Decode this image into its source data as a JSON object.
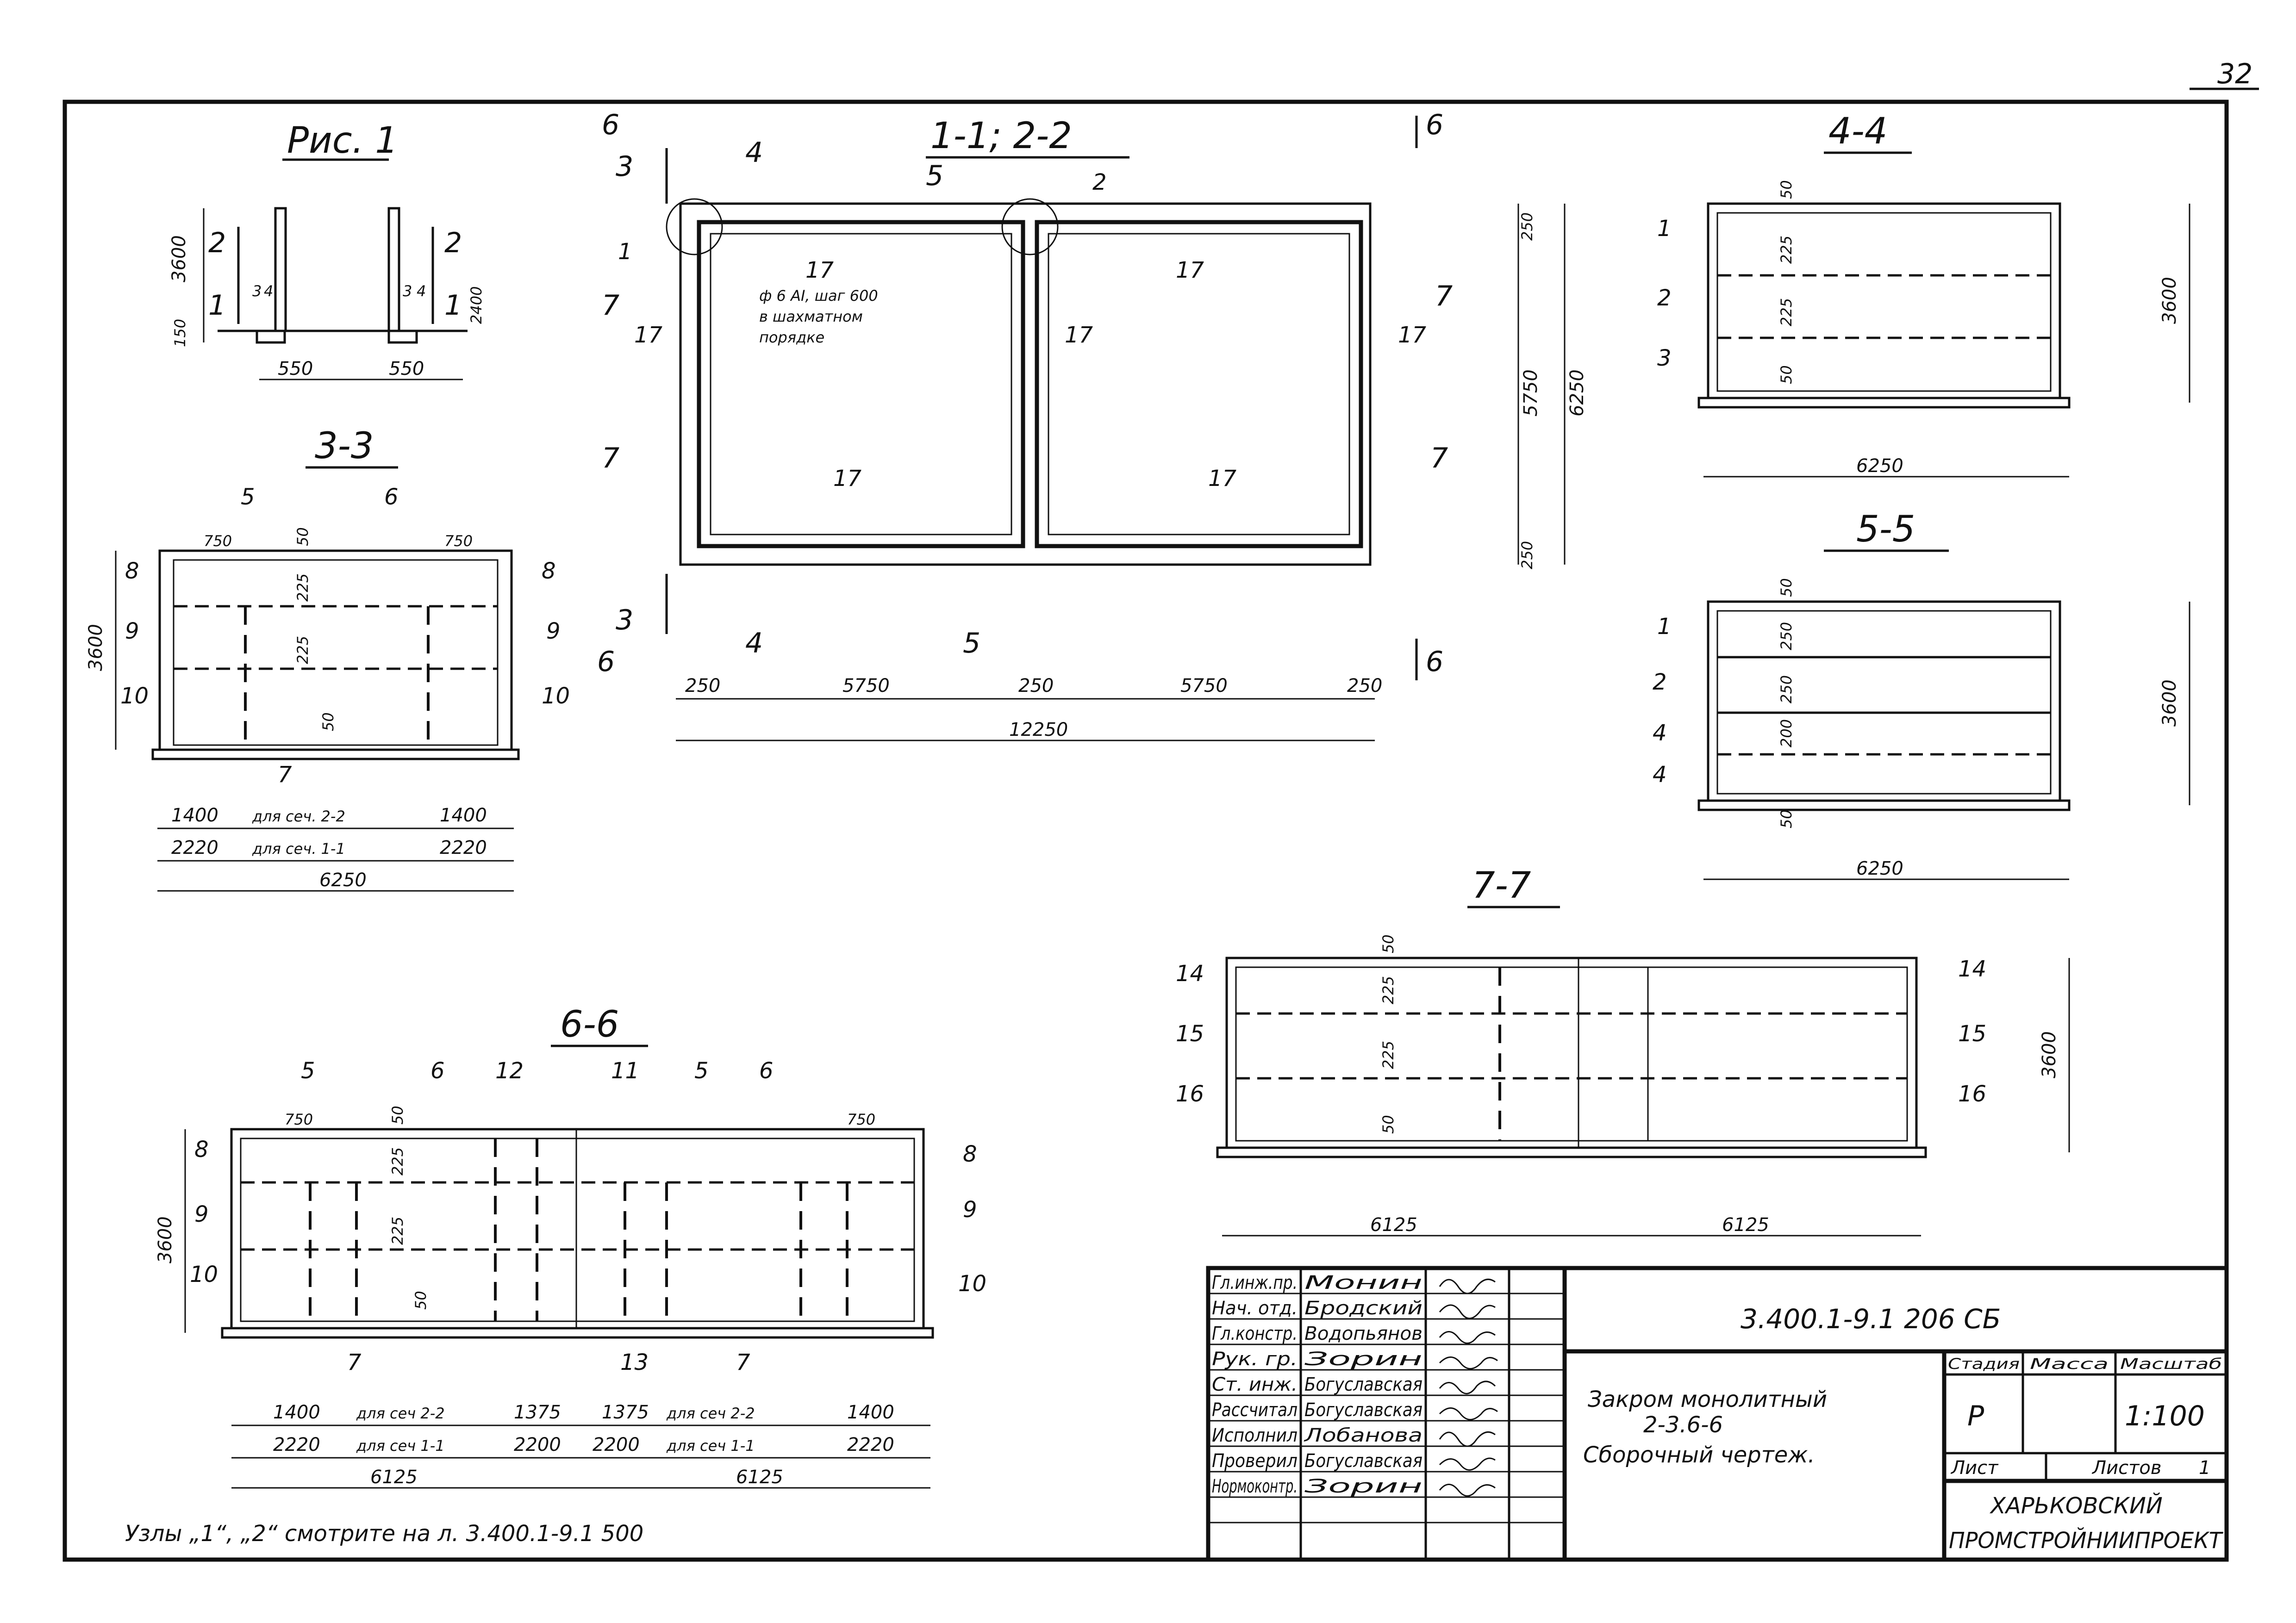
{
  "sheet": {
    "page_number": "32",
    "nodes_note": "Узлы „1“, „2“ смотрите на л. 3.400.1-9.1 500"
  },
  "fig1": {
    "title": "Рис. 1",
    "dims": {
      "height": "3600",
      "bottom": "150",
      "right": "2400",
      "left_w": "550",
      "right_w": "550"
    },
    "cut_marks": [
      "2",
      "1",
      "2",
      "1"
    ],
    "marks": [
      "3",
      "4",
      "3",
      "4"
    ]
  },
  "plan": {
    "title": "1-1; 2-2",
    "note": [
      "ф 6 АI, шаг 600",
      "в шахматном",
      "порядке"
    ],
    "pos_labels": [
      "1",
      "2",
      "17",
      "17",
      "17",
      "17",
      "17",
      "17",
      "17"
    ],
    "section_marks": [
      "3",
      "4",
      "5",
      "6",
      "7",
      "7",
      "3",
      "4",
      "5",
      "6",
      "7",
      "7",
      "6",
      "6"
    ],
    "dims_bottom": [
      "250",
      "5750",
      "250",
      "5750",
      "250"
    ],
    "dims_total": "12250",
    "dims_right": [
      "250",
      "5750",
      "250"
    ],
    "dims_right_total": "6250"
  },
  "s33": {
    "title": "3-3",
    "labels": [
      "5",
      "6",
      "8",
      "8",
      "9",
      "9",
      "10",
      "10",
      "7"
    ],
    "dims_top": [
      "750",
      "750"
    ],
    "dims_mid": [
      "50",
      "225",
      "225",
      "50"
    ],
    "height": "3600",
    "row1": [
      "1400",
      "для сеч. 2-2",
      "1400"
    ],
    "row2": [
      "2220",
      "для сеч. 1-1",
      "2220"
    ],
    "total": "6250"
  },
  "s44": {
    "title": "4-4",
    "labels": [
      "1",
      "2",
      "3"
    ],
    "dims": [
      "50",
      "225",
      "225",
      "50"
    ],
    "height": "3600",
    "width": "6250"
  },
  "s55": {
    "title": "5-5",
    "labels": [
      "1",
      "2",
      "4",
      "4"
    ],
    "dims": [
      "50",
      "250",
      "250",
      "200",
      "50"
    ],
    "height": "3600",
    "width": "6250"
  },
  "s77": {
    "title": "7-7",
    "labels_left": [
      "14",
      "15",
      "16"
    ],
    "labels_right": [
      "14",
      "15",
      "16"
    ],
    "dims": [
      "50",
      "225",
      "225",
      "50"
    ],
    "height": "3600",
    "widths": [
      "6125",
      "6125"
    ]
  },
  "s66": {
    "title": "6-6",
    "labels_top": [
      "5",
      "6",
      "12",
      "11",
      "5",
      "6"
    ],
    "labels_left": [
      "8",
      "9",
      "10"
    ],
    "labels_right": [
      "8",
      "9",
      "10"
    ],
    "labels_bottom": [
      "7",
      "13",
      "7"
    ],
    "dims_top": [
      "750",
      "750"
    ],
    "dims_mid": [
      "50",
      "225",
      "225",
      "50"
    ],
    "height": "3600",
    "row1": [
      "1400",
      "для сеч 2-2",
      "1375",
      "1375",
      "для сеч 2-2",
      "1400"
    ],
    "row2": [
      "2220",
      "для сеч 1-1",
      "2200",
      "2200",
      "для сеч 1-1",
      "2220"
    ],
    "totals": [
      "6125",
      "6125"
    ]
  },
  "title_block": {
    "roles": [
      "Гл.инж.пр.",
      "Нач. отд.",
      "Гл.констр.",
      "Рук. гр.",
      "Ст. инж.",
      "Рассчитал",
      "Исполнил",
      "Проверил",
      "Нормоконтр."
    ],
    "names": [
      "Монин",
      "Бродский",
      "Водопьянов",
      "Зорин",
      "Богуславская",
      "Богуславская",
      "Лобанова",
      "Богуславская",
      "Зорин"
    ],
    "doc_code": "3.400.1-9.1   206 СБ",
    "desc": [
      "Закром монолитный",
      "2-3.6-6",
      "Сборочный чертеж."
    ],
    "hdr": [
      "Стадия",
      "Масса",
      "Масштаб"
    ],
    "stage": "Р",
    "scale": "1:100",
    "sheet_label": "Лист",
    "sheets_label": "Листов",
    "sheets_val": "1",
    "org": [
      "ХАРЬКОВСКИЙ",
      "ПРОМСТРОЙНИИПРОЕКТ"
    ]
  }
}
